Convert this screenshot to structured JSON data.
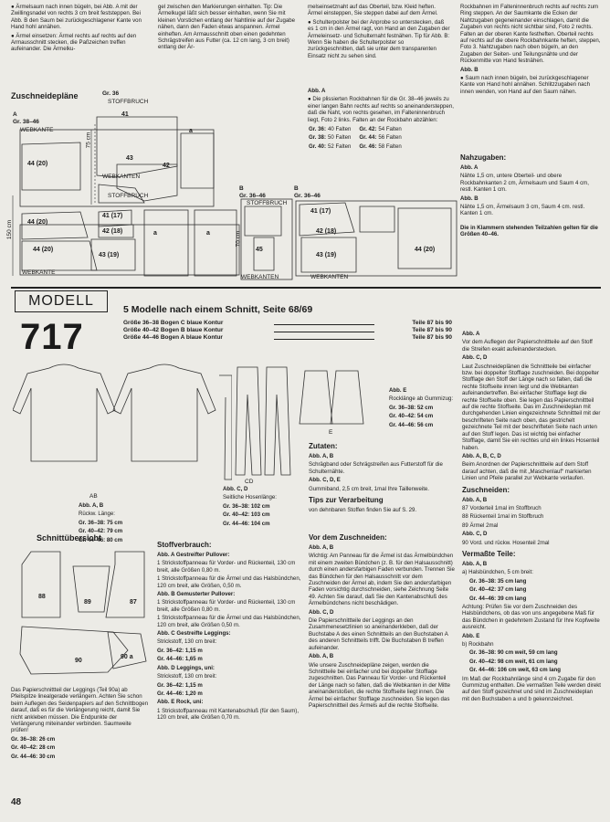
{
  "top": {
    "col1": [
      "● Ärmelsaum nach innen bügeln, bei Abb. A mit der Zwillingsnadel von rechts 3 cm breit feststeppen. Bei Abb. B den Saum bei zurückgeschlagener Kante von Hand hohl annähen.",
      "● Ärmel einsetzen: Ärmel rechts auf rechts auf den Armausschnitt stecken, die Paßzeichen treffen aufeinander. Die Ärmelku-"
    ],
    "col2": [
      "gel zwischen den Markierungen einhalten. Tip: Die Ärmelkugel läßt sich besser einhalten, wenn Sie mit kleinen Vorstichen entlang der Nahtlinie auf der Zugabe nähen, dann den Faden etwas anspannen. Ärmel einheften. Am Armausschnitt oben einen gedehnten Schrägstreifen aus Futter (ca. 12 cm lang, 3 cm breit) entlang der Är-"
    ],
    "col3": [
      "melseinsetznaht auf das Oberteil, bzw. Kleid heften. Ärmel einsteppen, Sie steppen dabei auf dem Ärmel.",
      "● Schulterpolster bei der Anprobe so unterstecken, daß es 1 cm in den Ärmel ragt, von Hand an den Zugaben der Ärmeleinsetz- und Schulternaht festnähen. Tip für Abb. B: Wenn Sie haben die Schulterpolster so zurückgeschnitten, daß sie unter dem transparenten Einsatz nicht zu sehen sind."
    ],
    "col4": [
      "Rockbahnen im Falteninnenbruch rechts auf rechts zum Ring steppen. An der Saumkante die Ecken der Nahtzugaben gegeneinander einschlagen, damit die Zugaben von rechts nicht sichtbar sind, Foto 2 rechts. Falten an der oberen Kante festheften. Oberteil rechts auf rechts auf die obere Rockbahnkante heften, steppen, Foto 3. Nahtzugaben nach oben bügeln, an den Zugaben der Seiten- und Teilungsnähte und der Rückenmitte von Hand festnähen.",
      "Abb. B",
      "● Saum nach innen bügeln, bei zurückgeschlagener Kante von Hand hohl annähen. Schlitzzugaben nach innen wenden, von Hand auf den Saum nähen."
    ]
  },
  "zuschneide": {
    "heading": "Zuschneidepläne",
    "a_label": "A",
    "a_sizes": "Gr. 38–46",
    "a_webkante": "WEBKANTE",
    "gr36": "Gr. 36",
    "stoffbruch": "STOFFBRUCH",
    "b_label": "B",
    "b_sizes": "Gr. 36–46",
    "webkanten": "WEBKANTEN",
    "w75": "75 cm",
    "w150": "150 cm",
    "w70": "70 cm",
    "pieces": [
      "41",
      "42",
      "43",
      "44 (20)",
      "41 (17)",
      "42 (18)",
      "43 (19)",
      "45",
      "a"
    ]
  },
  "zuschneide_text": {
    "abb_a": "Abb. A",
    "abb_a_text": "● Die plissierten Rockbahnen für die Gr. 38–46 jeweils zu einer langen Bahn rechts auf rechts so aneinandersteppen, daß die Naht, von rechts gesehen, im Falteninnenbruch liegt, Foto 2 links. Falten an der Rockbahn abzählen:",
    "falten": [
      [
        "Gr. 36:",
        "40 Falten",
        "Gr. 42:",
        "54 Falten"
      ],
      [
        "Gr. 38:",
        "50 Falten",
        "Gr. 44:",
        "56 Falten"
      ],
      [
        "Gr. 40:",
        "52 Falten",
        "Gr. 46:",
        "58 Falten"
      ]
    ],
    "nahtzugaben": "Nahzugaben:",
    "nz_a": "Abb. A",
    "nz_a_text": "Nähte 1,5 cm, untere Oberteil- und obere Rockbahnkanten 2 cm, Ärmelsaum und Saum 4 cm, restl. Kanten 1 cm.",
    "nz_b": "Abb. B",
    "nz_b_text": "Nähte 1,5 cm, Ärmelsaum 3 cm, Saum 4 cm. restl. Kanten 1 cm.",
    "klammer": "Die in Klammern stehenden Teilzahlen gelten für die Größen 40–46."
  },
  "model": {
    "box": "MODELL",
    "number": "717",
    "title": "5 Modelle nach einem Schnitt, Seite 68/69",
    "sizes": [
      [
        "Größe 36–38 Bogen C blaue Kontur",
        "Teile 87 bis 90"
      ],
      [
        "Größe 40–42 Bogen B blaue Kontur",
        "Teile 87 bis 90"
      ],
      [
        "Größe 44–46 Bogen A blaue Kontur",
        "Teile 87 bis 90"
      ]
    ]
  },
  "figures": {
    "ab": "AB",
    "ab_caption": [
      "Abb. A, B",
      "Rückw. Länge:",
      "Gr. 36–38: 75 cm",
      "Gr. 40–42: 79 cm",
      "Gr. 44–46: 80 cm"
    ],
    "cd": "CD",
    "cd_caption": [
      "Abb. C, D",
      "Seitliche Hosenlänge:",
      "Gr. 36–38: 102 cm",
      "Gr. 40–42: 103 cm",
      "Gr. 44–46: 104 cm"
    ],
    "e": "E",
    "e_caption": [
      "Abb. E",
      "Rocklänge ab Gummizug:",
      "Gr. 36–38: 52 cm",
      "Gr. 40–42: 54 cm",
      "Gr. 44–46: 56 cm"
    ]
  },
  "zutaten": {
    "heading": "Zutaten:",
    "ab": "Abb. A, B",
    "ab_text": "Schrägband oder Schrägstreifen aus Futterstoff für die Schulternähte.",
    "cde": "Abb. C, D, E",
    "cde_text": "Gummiband, 2,5 cm breit, 1mal Ihre Taillenweite.",
    "tips_heading": "Tips zur Verarbeitung",
    "tips_text": "von dehnbaren Stoffen finden Sie auf S. 29."
  },
  "schnitt": {
    "heading": "Schnittübersicht",
    "pieces": [
      "88",
      "89",
      "87",
      "90",
      "90 a"
    ],
    "text": "Das Papierschnittteil der Leggings (Teil 90a) ab Pfeilspitze linealgerade verlängern. Achten Sie schon beim Auflegen des Seidenpapiers auf den Schnittbogen darauf, daß es für die Verlängerung reicht, damit Sie nicht ankleben müssen. Die Endpunkte der Verlängerung miteinander verbinden. Saumweite prüfen!",
    "sizes": [
      "Gr. 36–38: 26 cm",
      "Gr. 40–42: 28 cm",
      "Gr. 44–46: 30 cm"
    ]
  },
  "stoff": {
    "heading": "Stoffverbrauch:",
    "lines": [
      "Abb. A Gestreifter Pullover:",
      "1 Strickstoffpanneau für Vorder- und Rückenteil, 130 cm breit, alle Größen 0,80 m.",
      "1 Strickstoffpanneau für die Ärmel und das Halsbündchen, 120 cm breit, alle Größen, 0,50 m.",
      "Abb. B Gemusterter Pullover:",
      "1 Strickstoffpanneau für Vorder- und Rückenteil, 130 cm breit, alle Größen 0,80 m.",
      "1 Strickstoffpanneau für die Ärmel und das Halsbündchen, 120 cm breit, alle Größen 0,50 m.",
      "Abb. C Gestreifte Leggings:",
      "Strickstoff, 130 cm breit:",
      "Gr. 36–42: 1,15 m",
      "Gr. 44–46: 1,65 m",
      "Abb. D Leggings, uni:",
      "Strickstoff, 130 cm breit:",
      "Gr. 36–42: 1,15 m",
      "Gr. 44–46: 1,20 m",
      "Abb. E Rock, uni:",
      "1 Strickstoffpanneau mit Kantenabschluß (für den Saum), 120 cm breit, alle Größen 0,70 m."
    ]
  },
  "zuschneiden_text": {
    "heading": "Vor dem Zuschneiden:",
    "ab": "Abb. A, B",
    "ab_text": "Wichtig: Am Panneau für die Ärmel ist das Ärmelbündchen mit einem zweiten Bündchen (z. B. für den Halsausschnitt) durch einen andersfarbigen Faden verbunden. Trennen Sie das Bündchen für den Halsausschnitt vor dem Zuschneiden der Ärmel ab, indem Sie den andersfarbigen Faden vorsichtig durchschneiden, siehe Zeichnung Seite 49. Achten Sie darauf, daß Sie den Kantenabschluß des Ärmelbündchens nicht beschädigen.",
    "cd": "Abb. C, D",
    "cd_text": "Die Papierschnittteile der Leggings an den Zusammenesetzlinien so aneinanderkleben, daß der Buchstabe A des einen Schnittteils an den Buchstaben A des anderen Schnittteils trifft. Die Buchstaben B treffen aufeinander.",
    "ab2": "Abb. A, B",
    "ab2_text": "Wie unsere Zuschneidepläne zeigen, werden die Schnittteile bei einfacher und bei doppelter Stofflage zugeschnitten. Das Panneau für Vorder- und Rückenteil der Länge nach so falten, daß die Webkanten in der Mitte aneinanderstoßen, die rechte Stoffseite liegt innen. Die Ärmel bei einfacher Stofflage zuschneiden. Sie legen das Papierschnittteil des Ärmels auf die rechte Stoffseite."
  },
  "right": {
    "abb_a": "Abb. A",
    "abb_a_text": "Vor dem Auflegen der Papierschnittteile auf den Stoff die Streifen exakt aufeinanderstecken.",
    "abb_cd": "Abb. C, D",
    "abb_cd_text": "Laut Zuschneideplänen die Schnittteile bei einfacher bzw. bei doppelter Stofflage zuschneiden. Bei doppelter Stofflage den Stoff der Länge nach so falten, daß die rechte Stoffseite innen liegt und die Webkanten aufeinandertreffen. Bei einfacher Stofflage liegt die rechte Stoffseite oben. Sie legen das Papierschnittteil auf die rechte Stoffseite. Das im Zuschneideplan mit durchgehenden Linien eingezeichnete Schnittteil mit der beschrifteten Seite nach oben, das gestrichelt gezeichnete Teil mit der beschrifteten Seite nach unten auf den Stoff legen. Das ist wichtig bei einfacher Stofflage, damit Sie ein rechtes und ein linkes Hosenteil haben.",
    "abb_abcd": "Abb. A, B, C, D",
    "abb_abcd_text": "Beim Anordnen der Papierschnittteile auf dem Stoff darauf achten, daß die mit „Maschenlauf“ markierten Linien und Pfeile parallel zur Webkante verlaufen.",
    "zuschneiden": "Zuschneiden:",
    "z_ab": "Abb. A, B",
    "z_ab_lines": [
      "87  Vorderteil 1mal im Stoffbruch",
      "88  Rückenteil 1mal im Stoffbruch",
      "89  Ärmel 2mal"
    ],
    "z_cd": "Abb. C, D",
    "z_cd_lines": [
      "90  Vord. und rückw. Hosenteil 2mal"
    ],
    "vermasste": "Vermaßte Teile:",
    "v_ab": "Abb. A, B",
    "v_a": "a)  Halsbündchen, 5 cm breit:",
    "v_a_sizes": [
      "Gr. 36–38: 35 cm lang",
      "Gr. 40–42: 37 cm lang",
      "Gr. 44–46: 39 cm lang"
    ],
    "v_achtung": "Achtung: Prüfen Sie vor dem Zuschneiden des Halsbündchens, ob das von uns angegebene Maß für das Bündchen in gedehntem Zustand für Ihre Kopfweite ausreicht.",
    "v_e": "Abb. E",
    "v_b": "b)  Rockbahn",
    "v_b_sizes": [
      "Gr. 36–38: 90 cm weit, 59 cm lang",
      "Gr. 40–42: 98 cm weit, 61 cm lang",
      "Gr. 44–46: 106 cm weit, 63 cm lang"
    ],
    "v_end": "Im Maß der Rockbahnlänge sind 4 cm Zugabe für den Gummizug enthalten. Die vermaßten Teile werden direkt auf den Stoff gezeichnet und sind im Zuschneideplan mit den Buchstaben a und b gekennzeichnet."
  },
  "page_number": "48"
}
